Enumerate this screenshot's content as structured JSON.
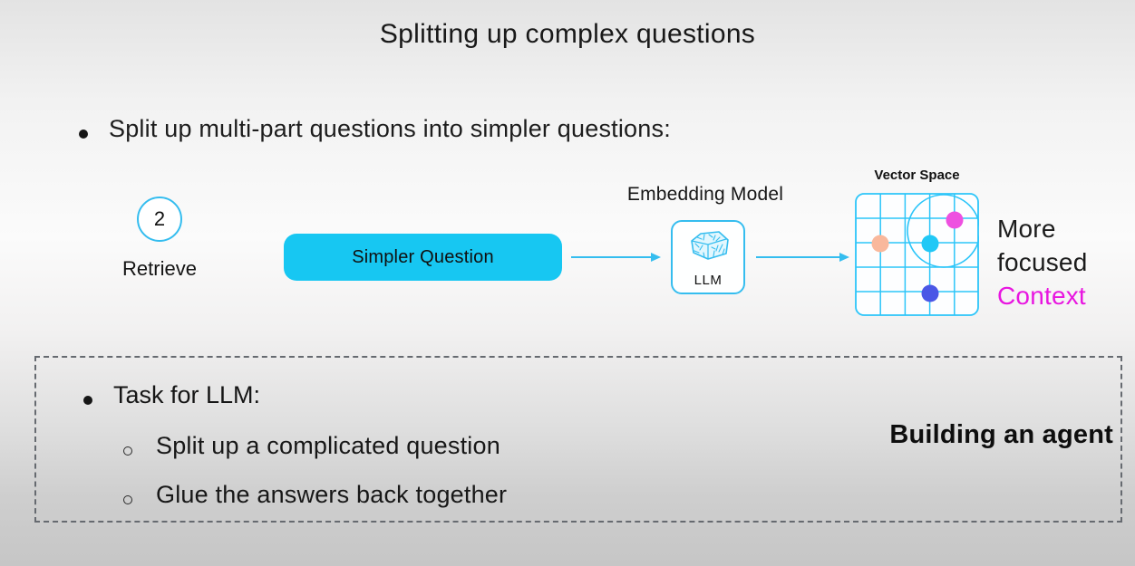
{
  "slide": {
    "title": "Splitting up complex questions",
    "bullet": "Split up multi-part questions into simpler questions:"
  },
  "diagram": {
    "step_number": "2",
    "step_label": "Retrieve",
    "question_box_label": "Simpler Question",
    "embedding_model_label": "Embedding Model",
    "llm_label": "LLM",
    "vector_space_label": "Vector Space",
    "result_line1": "More",
    "result_line2": "focused",
    "result_line3": "Context"
  },
  "task_box": {
    "heading": "Task for LLM:",
    "items": [
      {
        "label": "Split up a complicated question"
      },
      {
        "label": "Glue the answers back together"
      }
    ],
    "side_label": "Building an agent"
  },
  "colors": {
    "accent_cyan": "#35bdef",
    "accent_cyan_fill": "#17c7f2",
    "magenta": "#e816e0",
    "dot_pink": "#ee50e0",
    "dot_salmon": "#f9b89c",
    "dot_cyan": "#20c8f6",
    "dot_blue": "#4a57e6",
    "grid_line": "#2cc5f9"
  }
}
